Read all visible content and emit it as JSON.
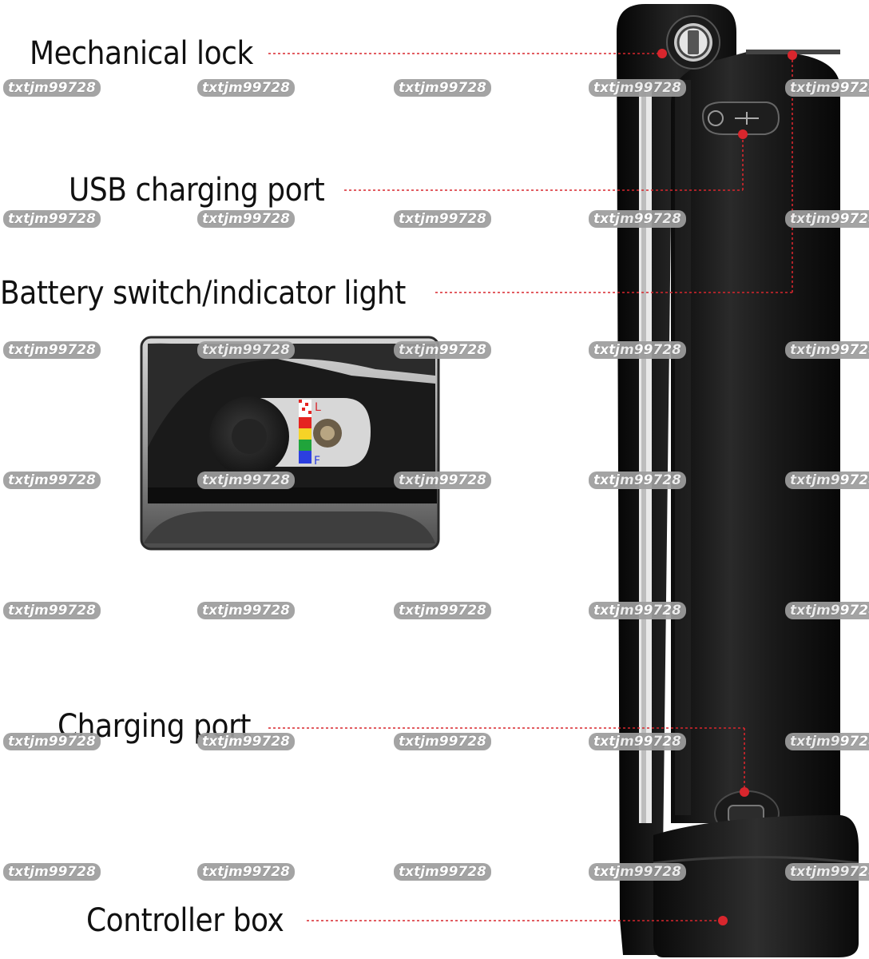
{
  "labels": {
    "mechanical_lock": "Mechanical lock",
    "usb_charging_port": "USB charging port",
    "battery_switch": "Battery switch/indicator light",
    "charging_port": "Charging port",
    "controller_box": "Controller box"
  },
  "watermark": "txtjm99728",
  "inset_marks": {
    "top_letter": "L",
    "bottom_letter": "F"
  },
  "colors": {
    "callout": "#d8262d",
    "battery": "#151515",
    "indicator": [
      "#e52421",
      "#f5d327",
      "#20a43b",
      "#2c3fe0"
    ]
  }
}
